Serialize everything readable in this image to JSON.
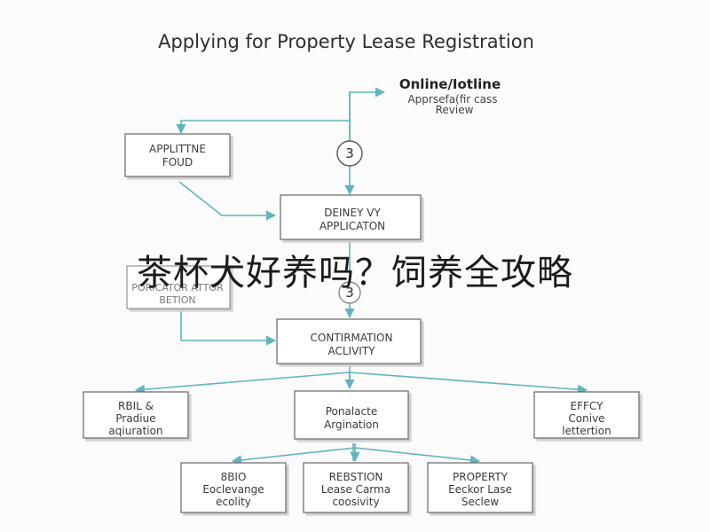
{
  "title": "Applying for Property Lease Registration",
  "top_node": {
    "line1": "Online/Іotline",
    "line2": "Apprsefa(fir cass",
    "line3": "Review"
  },
  "step_labels": {
    "upper": "3",
    "lower": "3"
  },
  "nodes": {
    "appl_found": [
      "APPLITTNE",
      "FOUD"
    ],
    "deliver_app": [
      "DEINEY VY",
      "APPLICATON"
    ],
    "left_mid": [
      "PORICATOR ATTOR",
      "BETION"
    ],
    "confirmation": [
      "CONTIRMATION",
      "ACLIVITY"
    ],
    "l2_left": [
      "RBIL &",
      "Pradiue",
      "aqiuration"
    ],
    "l2_center": [
      "Ponalacte",
      "Argination"
    ],
    "l2_right": [
      "EFFCY",
      "Conive",
      "lettertion"
    ],
    "l3_left": [
      "8BIO",
      "Eoclevange",
      "ecolity"
    ],
    "l3_center": [
      "REBSTION",
      "Lease Carma",
      "coosivity"
    ],
    "l3_right": [
      "PROPERTY",
      "Eeckor Lase",
      "Seclew"
    ]
  },
  "overlay_text": "茶杯犬好养吗？饲养全攻略",
  "colors": {
    "arrow": "#5fb4bd",
    "box_border": "#666666",
    "box_fill": "#ffffff"
  }
}
